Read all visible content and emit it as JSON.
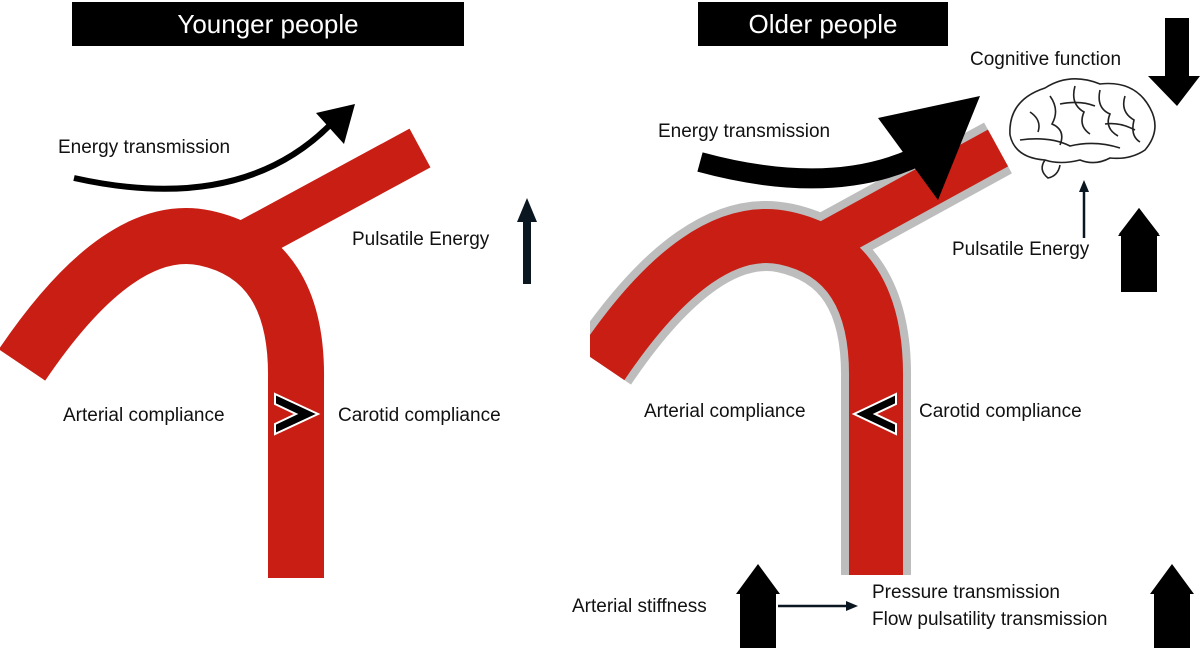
{
  "colors": {
    "artery": "#c81e14",
    "artery_wall": "#bdbdbd",
    "arrow": "#000000",
    "arrow_dark": "#0a1620",
    "title_bg": "#000000",
    "title_text": "#ffffff"
  },
  "left": {
    "title": "Younger people",
    "energy_transmission": "Energy transmission",
    "pulsatile_energy": "Pulsatile Energy",
    "arterial_compliance": "Arterial compliance",
    "carotid_compliance": "Carotid compliance",
    "comparison_symbol": ">"
  },
  "right": {
    "title": "Older people",
    "cognitive_function": "Cognitive function",
    "energy_transmission": "Energy transmission",
    "pulsatile_energy": "Pulsatile Energy",
    "arterial_compliance": "Arterial compliance",
    "carotid_compliance": "Carotid compliance",
    "comparison_symbol": "<",
    "arterial_stiffness": "Arterial stiffness",
    "pressure_transmission": "Pressure transmission",
    "flow_pulsatility_transmission": "Flow pulsatility transmission"
  },
  "icons": {
    "up_arrow": "up-arrow-icon",
    "down_arrow": "down-arrow-icon",
    "brain": "brain-icon"
  }
}
